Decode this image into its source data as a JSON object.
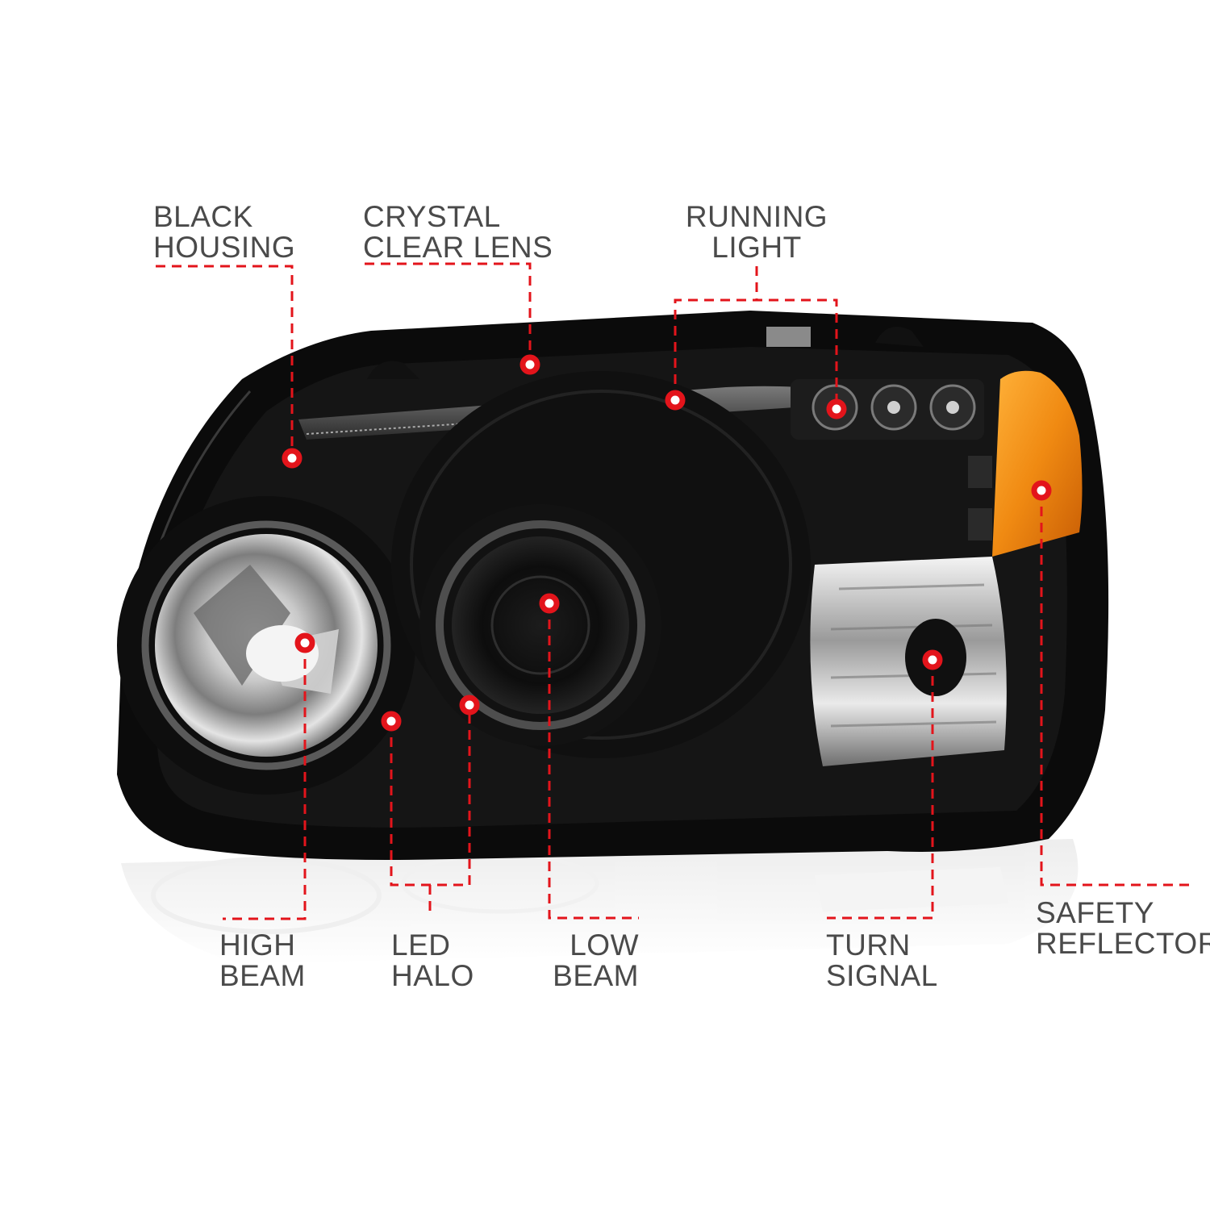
{
  "colors": {
    "callout": "#e3141b",
    "text": "#4a4a4a",
    "housing": "#0b0b0b",
    "amber": "#f08a12"
  },
  "labels": {
    "black_housing": [
      "BLACK",
      "HOUSING"
    ],
    "crystal_clear_lens": [
      "CRYSTAL",
      "CLEAR LENS"
    ],
    "running_light": [
      "RUNNING",
      "LIGHT"
    ],
    "high_beam": [
      "HIGH",
      "BEAM"
    ],
    "led_halo": [
      "LED",
      "HALO"
    ],
    "low_beam": [
      "LOW",
      "BEAM"
    ],
    "turn_signal": [
      "TURN",
      "SIGNAL"
    ],
    "safety_reflector": [
      "SAFETY",
      "REFLECTOR"
    ]
  }
}
